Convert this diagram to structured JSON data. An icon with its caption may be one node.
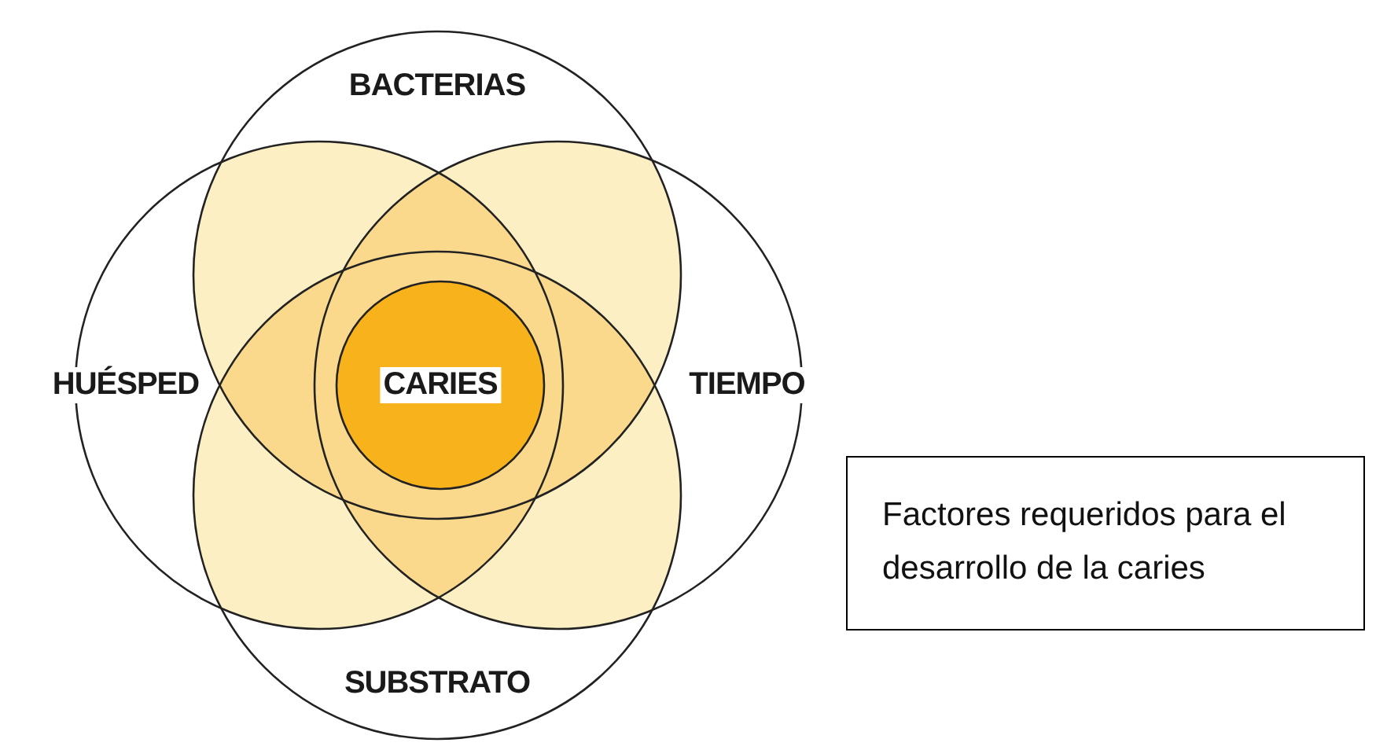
{
  "diagram": {
    "nodes": [
      {
        "text": [
          "BACTERIAS"
        ]
      },
      {
        "text": [
          "HUÉSPED"
        ]
      },
      {
        "text": [
          "CARIES"
        ]
      },
      {
        "text": [
          "TIEMPO"
        ]
      },
      {
        "text": [
          "SUBSTRATO"
        ]
      },
      {
        "text": [
          "Factores requeridos para el desarrollo de la caries"
        ]
      }
    ],
    "edges": []
  }
}
